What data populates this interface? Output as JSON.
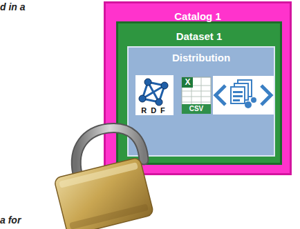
{
  "diagram": {
    "nodes": [
      {
        "text": [
          "Catalog 1"
        ]
      },
      {
        "text": [
          "Dataset 1"
        ],
        "in": 0
      },
      {
        "text": [
          "Distribution"
        ],
        "in": 1
      }
    ],
    "labels": [
      "d in a",
      "a for",
      "RDF",
      "X",
      "CSV"
    ]
  }
}
